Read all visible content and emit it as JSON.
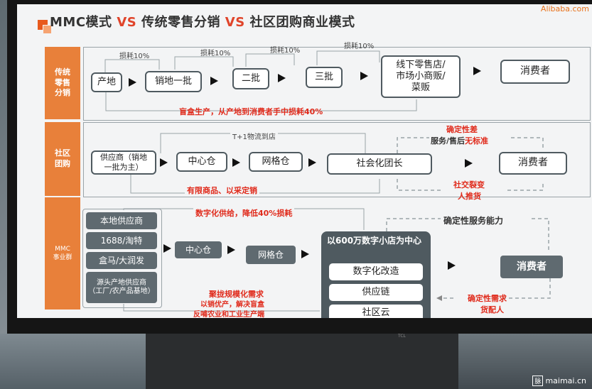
{
  "title": {
    "part1": "MMC模式 ",
    "vs1": "VS",
    "part2": " 传统零售分销 ",
    "vs2": "VS",
    "part3": " 社区团购商业模式"
  },
  "logo": "Alibaba.com",
  "rows": {
    "traditional": {
      "label": "传统\n零售\n分销",
      "nodes": [
        "产地",
        "销地一批",
        "二批",
        "三批",
        "线下零售店/\n市场小商贩/\n菜贩",
        "消费者"
      ],
      "loss": [
        "损耗10%",
        "损耗10%",
        "损耗10%",
        "损耗10%"
      ],
      "note": "盲盒生产，从产地到消费者手中损耗40%"
    },
    "community": {
      "label": "社区\n团购",
      "nodes": [
        "供应商（销地\n一批为主）",
        "中心仓",
        "网格仓",
        "社会化团长",
        "消费者"
      ],
      "t1": "T+1物流到店",
      "note": "有限商品、以采定销",
      "instability_a": "确定性差",
      "instability_b": "服务/售后",
      "instability_c": "无标准",
      "viral_a": "社交裂变",
      "viral_b": "人推货"
    },
    "mmc": {
      "label": "MMC\n事业群",
      "suppliers": [
        "本地供应商",
        "1688/淘特",
        "盒马/大润发",
        "源头产地供应商\n（工厂/农产品基地）"
      ],
      "nodes": [
        "中心仓",
        "网格仓"
      ],
      "store_title": "以600万数字小店为中心",
      "store_items": [
        "数字化改造",
        "供应链",
        "社区云"
      ],
      "consumer": "消费者",
      "digital_note": "数字化供给，降低40%损耗",
      "service": "确定性服务能力",
      "demand_a": "确定性需求",
      "demand_b": "货配人",
      "agg_a": "聚拢规模化需求",
      "agg_b": "以销优产，解决盲盒",
      "agg_c": "反哺农业和工业生产端"
    }
  },
  "watermark": {
    "badge": "脉",
    "site": "maimai.cn"
  },
  "brand": "TCL"
}
